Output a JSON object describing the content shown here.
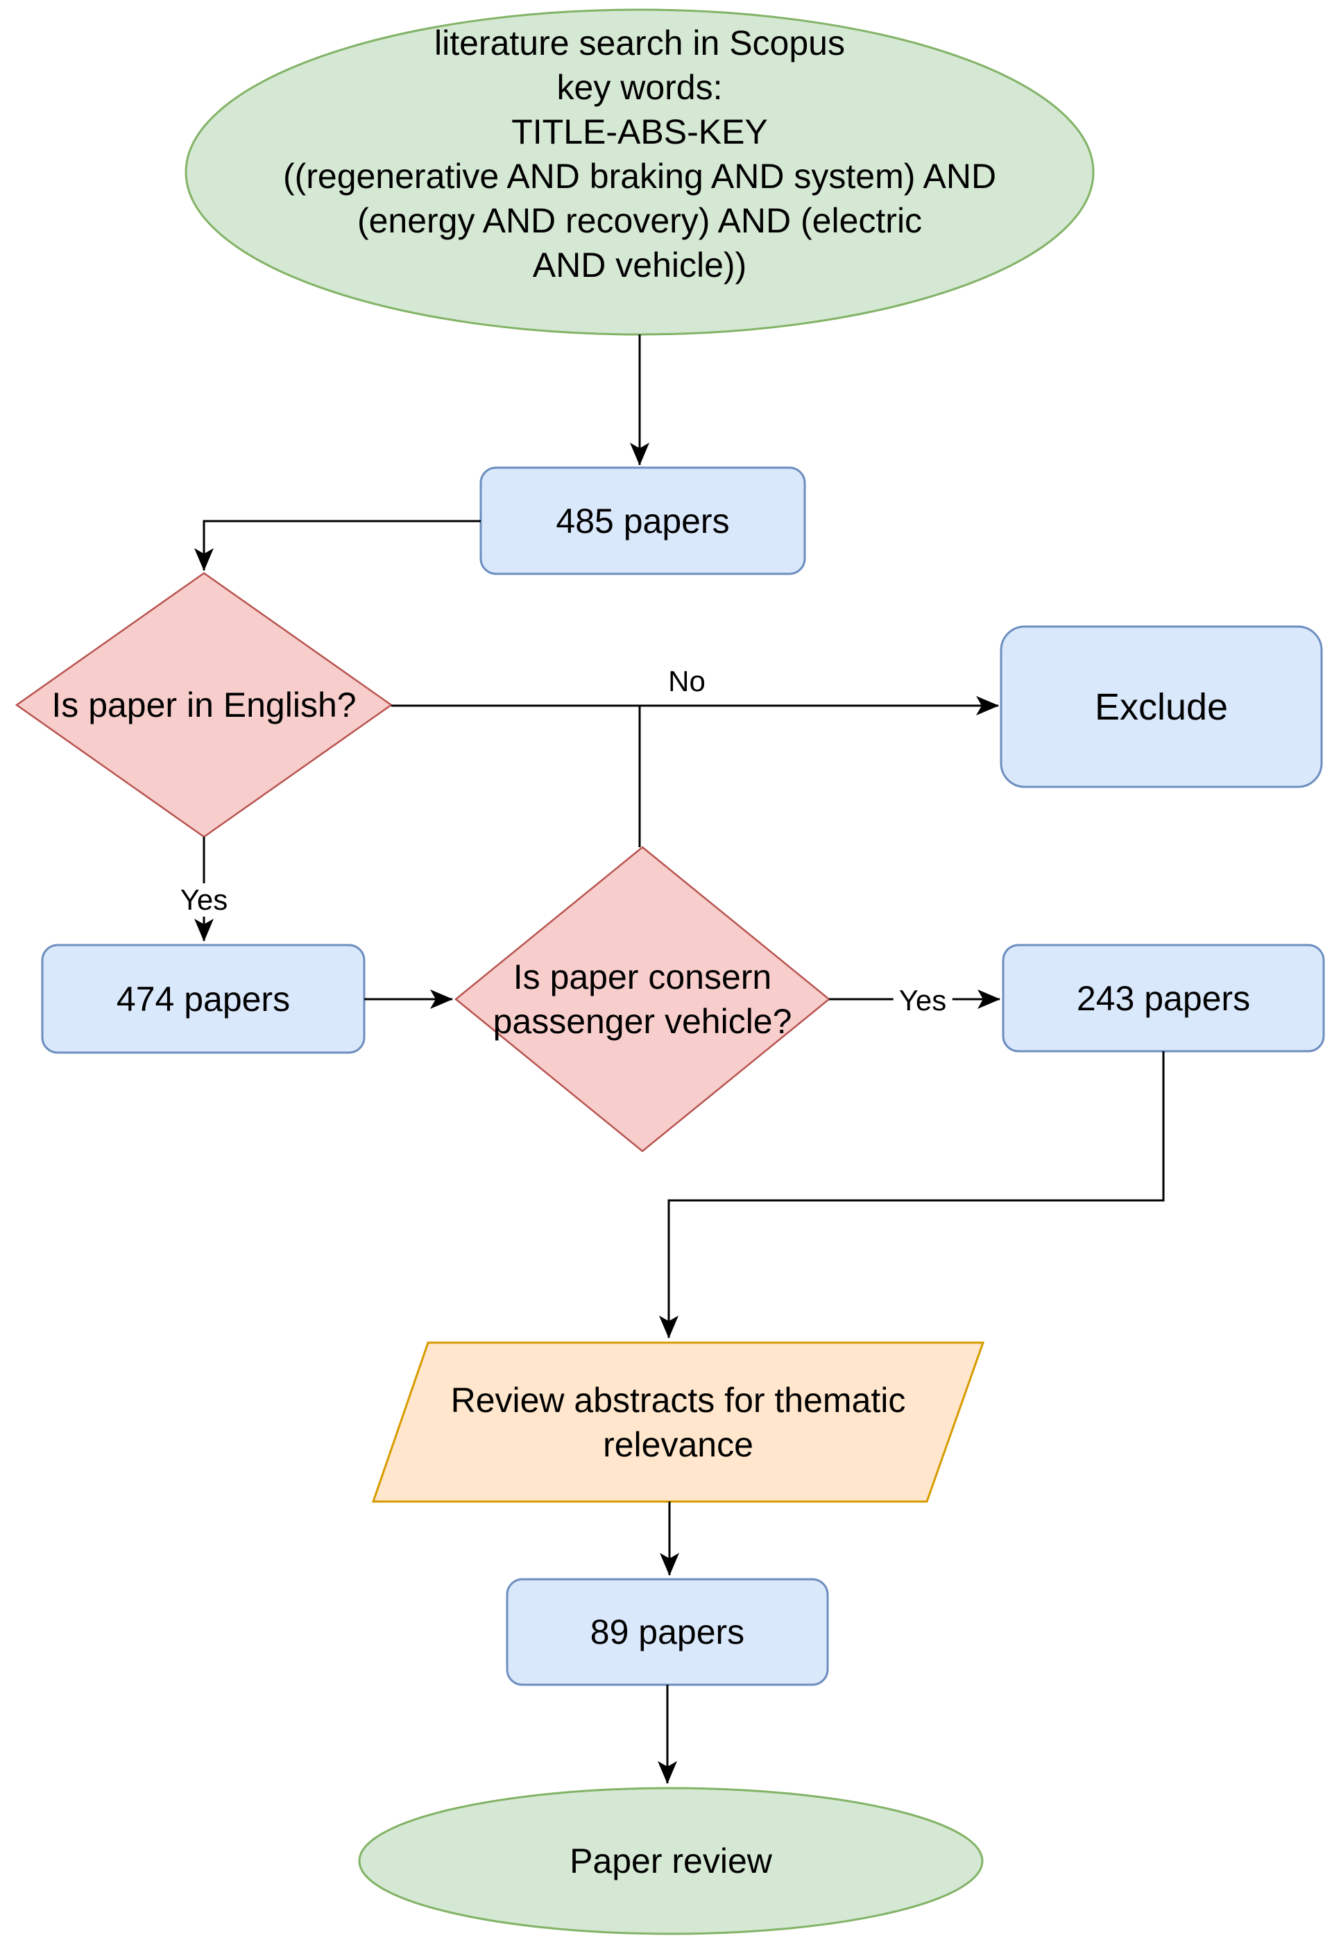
{
  "nodes": {
    "start": {
      "text": "literature search in Scopus\nkey words:\nTITLE-ABS-KEY\n((regenerative AND braking AND system) AND\n(energy AND recovery) AND (electric\nAND vehicle))"
    },
    "papers_485": {
      "text": "485 papers"
    },
    "english_check": {
      "text": "Is paper in English?"
    },
    "exclude": {
      "text": "Exclude"
    },
    "papers_474": {
      "text": "474 papers"
    },
    "passenger_check": {
      "text": "Is paper consern\npassenger vehicle?"
    },
    "papers_243": {
      "text": "243 papers"
    },
    "review_abstracts": {
      "text": "Review abstracts for thematic\nrelevance"
    },
    "papers_89": {
      "text": "89 papers"
    },
    "end": {
      "text": "Paper review"
    }
  },
  "edge_labels": {
    "no": "No",
    "yes_left": "Yes",
    "yes_right": "Yes"
  },
  "colors": {
    "start_fill": "#d5e8d4",
    "start_stroke": "#82b366",
    "process_fill": "#dae8fc",
    "process_stroke": "#6c8ebf",
    "decision_fill": "#f8cecc",
    "decision_stroke": "#b85450",
    "io_fill": "#ffe6cc",
    "io_stroke": "#d79b00",
    "connector": "#000000"
  }
}
